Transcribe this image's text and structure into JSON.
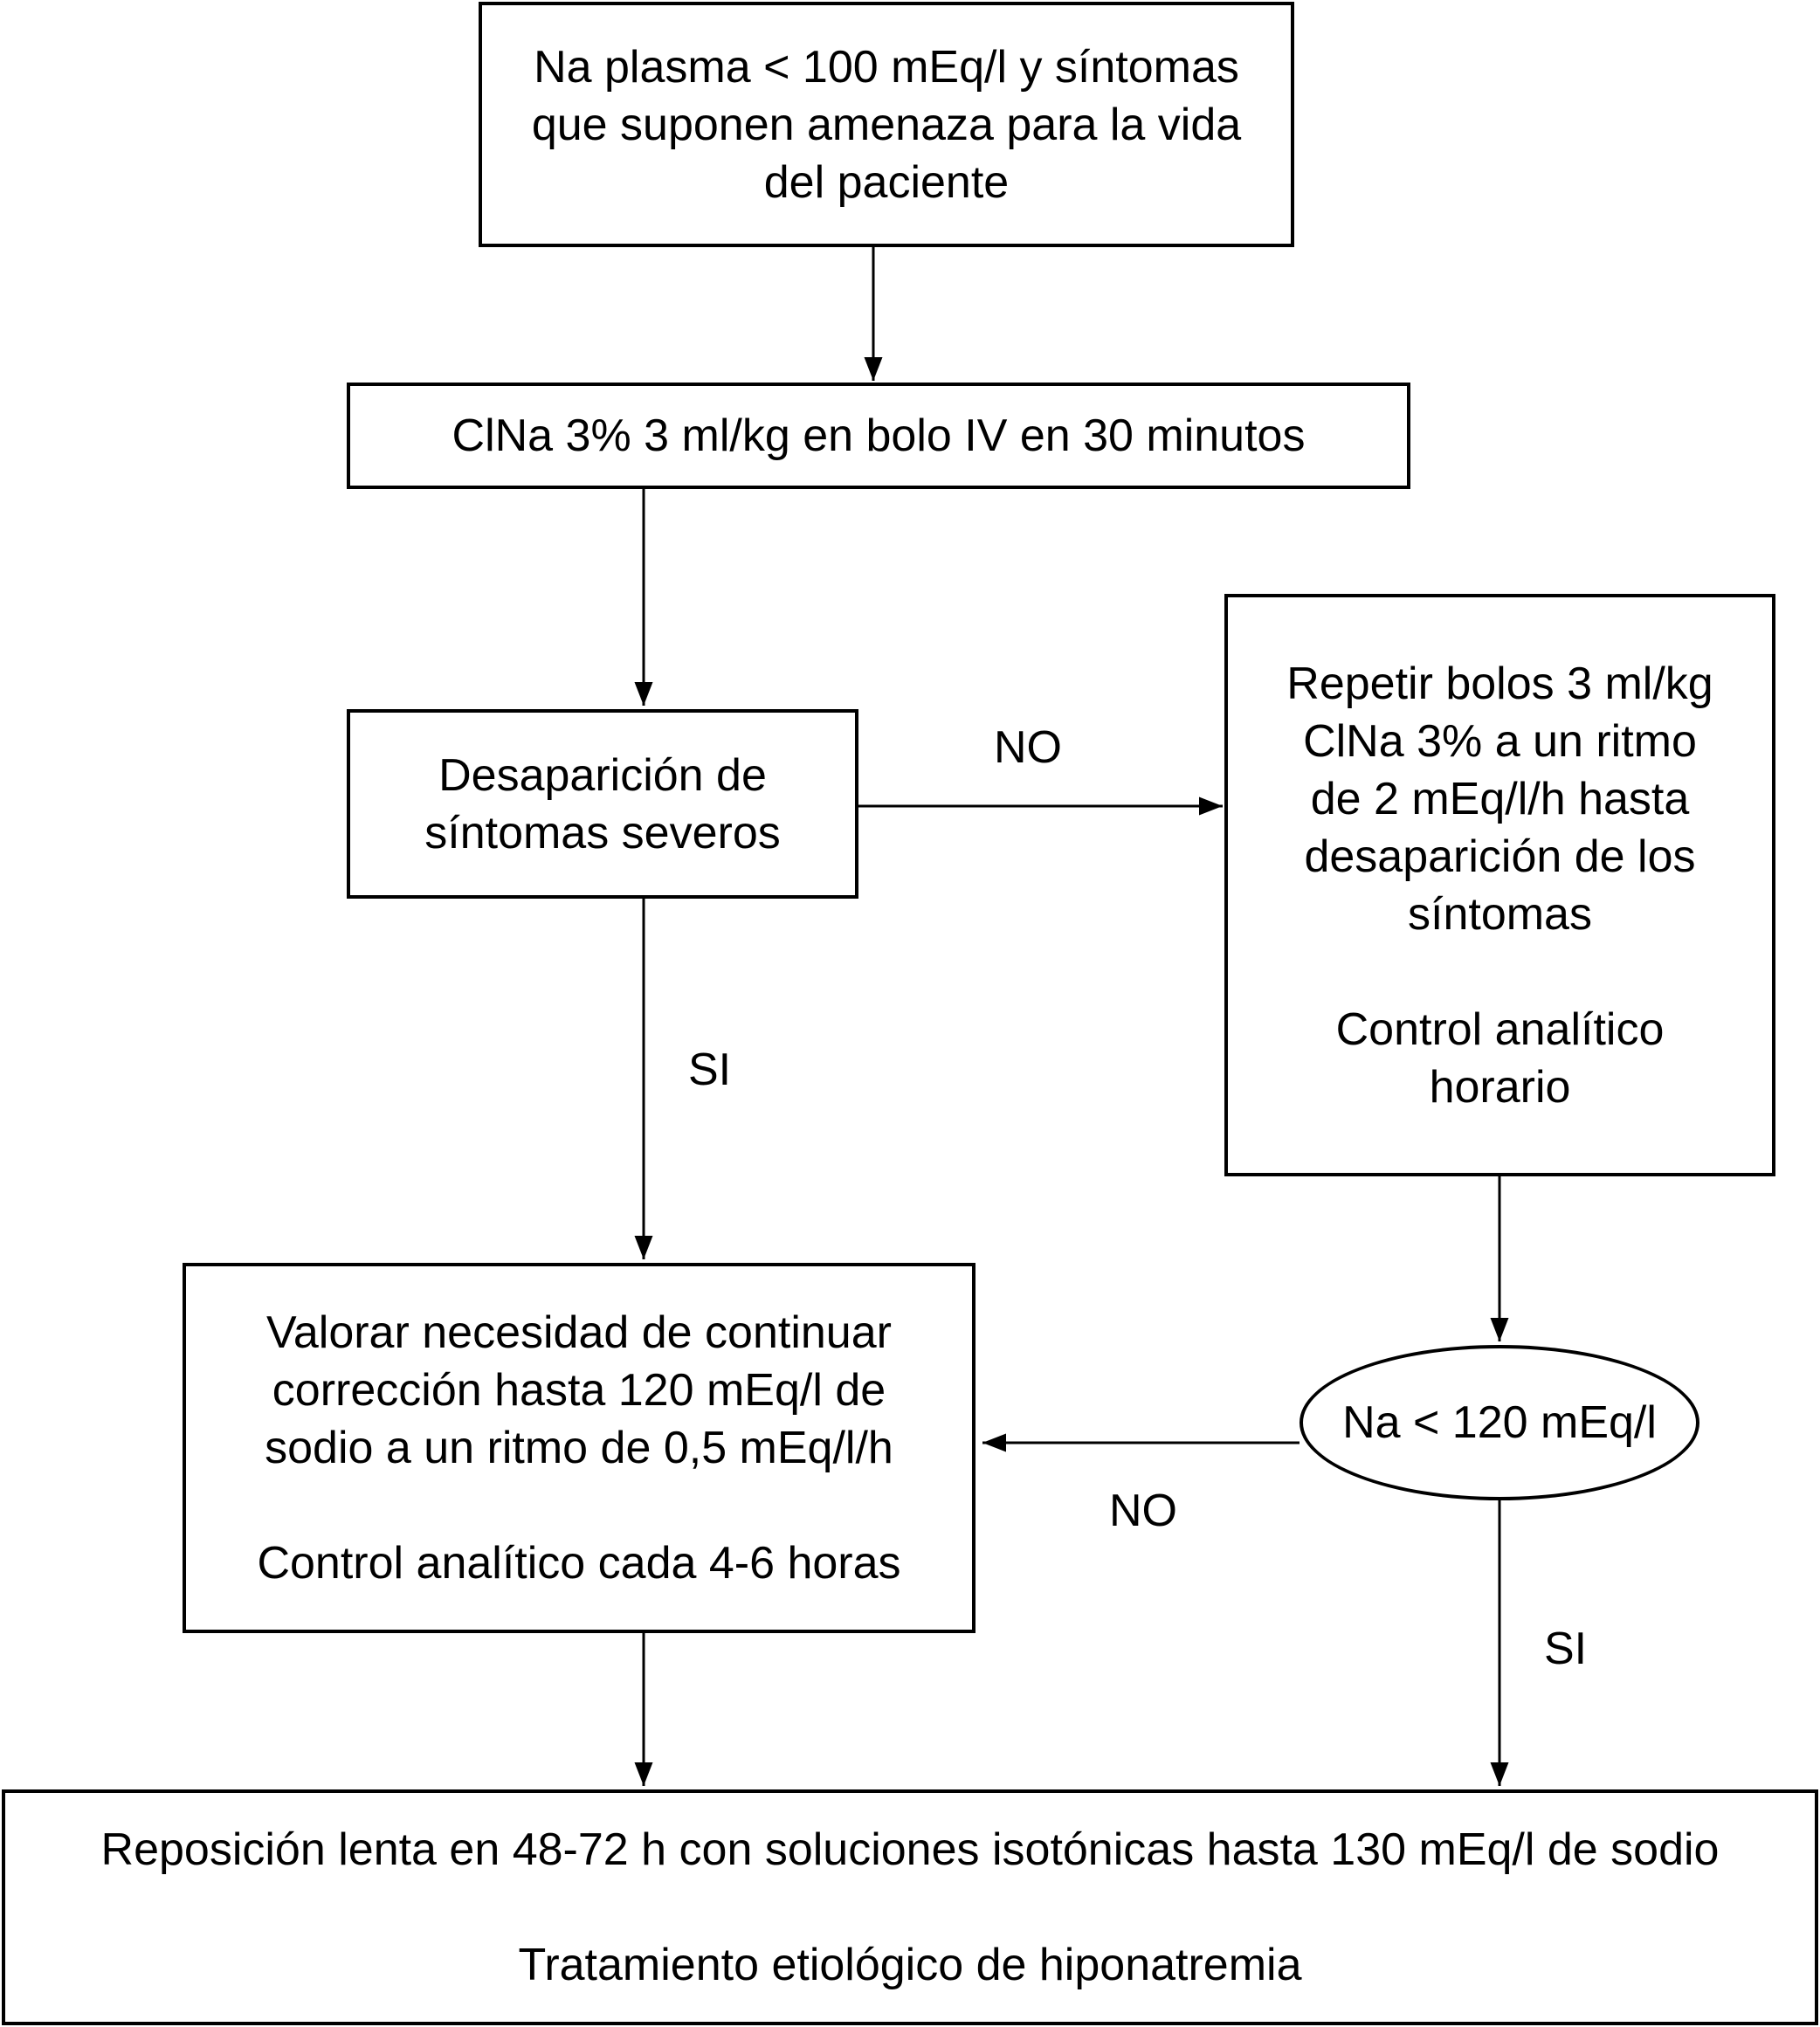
{
  "nodes": {
    "start": {
      "lines": [
        "Na plasma < 100 mEq/l y síntomas",
        "que suponen amenaza para la vida",
        "del paciente"
      ]
    },
    "bolus": {
      "lines": [
        "ClNa 3% 3 ml/kg en bolo IV en 30 minutos"
      ]
    },
    "check_symptoms": {
      "lines": [
        "Desaparición de",
        "síntomas severos"
      ]
    },
    "repeat": {
      "lines": [
        "Repetir bolos 3 ml/kg",
        "ClNa 3% a un ritmo",
        "de 2 mEq/l/h hasta",
        "desaparición de los",
        "síntomas"
      ],
      "lines2": [
        "Control analítico",
        "horario"
      ]
    },
    "assess": {
      "lines": [
        "Valorar necesidad de continuar",
        "corrección hasta 120 mEq/l de",
        "sodio a un ritmo de 0,5 mEq/l/h"
      ],
      "lines2": [
        "Control analítico cada 4-6 horas"
      ]
    },
    "na_check": {
      "lines": [
        "Na < 120 mEq/l"
      ]
    },
    "final": {
      "lines": [
        "Reposición lenta en 48-72 h con soluciones isotónicas hasta 130 mEq/l de sodio"
      ],
      "lines2": [
        "Tratamiento etiológico de hiponatremia"
      ]
    }
  },
  "edge_labels": {
    "symptoms_no": "NO",
    "symptoms_si": "SI",
    "na_no": "NO",
    "na_si": "SI"
  }
}
